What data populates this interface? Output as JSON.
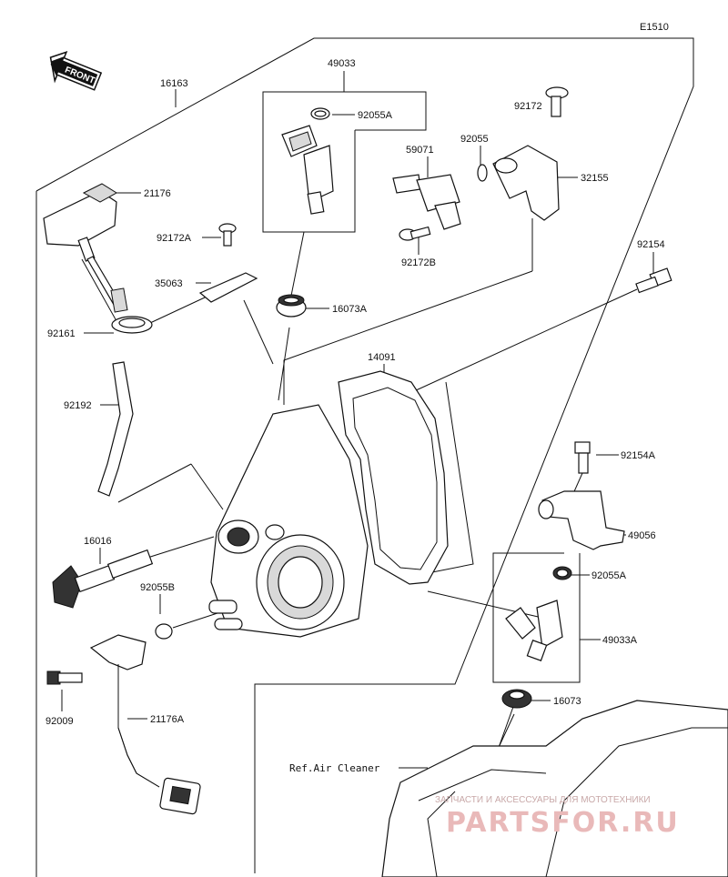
{
  "diagram": {
    "code": "E1510",
    "front_label": "FRONT",
    "ref_note": "Ref.Air Cleaner",
    "watermark_top": "ЗАПЧАСТИ И АКСЕССУАРЫ ДЛЯ МОТОТЕХНИКИ",
    "watermark_logo": "PARTSFOR.RU",
    "parts": {
      "p16163": "16163",
      "p49033": "49033",
      "p92055A": "92055A",
      "p92172": "92172",
      "p59071": "59071",
      "p92055": "92055",
      "p32155": "32155",
      "p21176": "21176",
      "p92172A": "92172A",
      "p92172B": "92172B",
      "p35063": "35063",
      "p92154": "92154",
      "p16073A": "16073A",
      "p92161": "92161",
      "p14091": "14091",
      "p92192": "92192",
      "p92154A": "92154A",
      "p16016": "16016",
      "p49056": "49056",
      "p92055B": "92055B",
      "p92055A_2": "92055A",
      "p49033A": "49033A",
      "p92009": "92009",
      "p16073": "16073",
      "p21176A": "21176A"
    }
  }
}
